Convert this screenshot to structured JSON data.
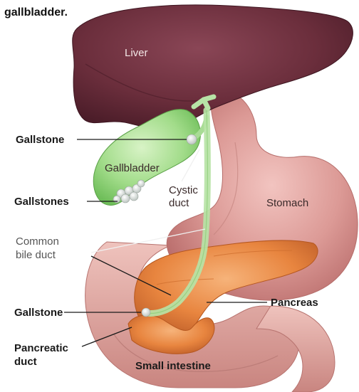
{
  "header_fragment": "gallbladder.",
  "labels": {
    "liver": "Liver",
    "gallstone_top": "Gallstone",
    "gallbladder": "Gallbladder",
    "gallstones": "Gallstones",
    "cystic_duct_line1": "Cystic",
    "cystic_duct_line2": "duct",
    "stomach": "Stomach",
    "common_bile_duct_line1": "Common",
    "common_bile_duct_line2": "bile duct",
    "pancreas": "Pancreas",
    "gallstone_bottom": "Gallstone",
    "pancreatic_duct_line1": "Pancreatic",
    "pancreatic_duct_line2": "duct",
    "small_intestine": "Small intestine"
  },
  "colors": {
    "liver": "#6b2e3c",
    "gallbladder": "#9fd98a",
    "stomach": "#d9928f",
    "pancreas": "#e8853f",
    "intestine": "#d99a93",
    "bile_duct": "#b7e3a6",
    "stone": "#e6ebe8"
  }
}
